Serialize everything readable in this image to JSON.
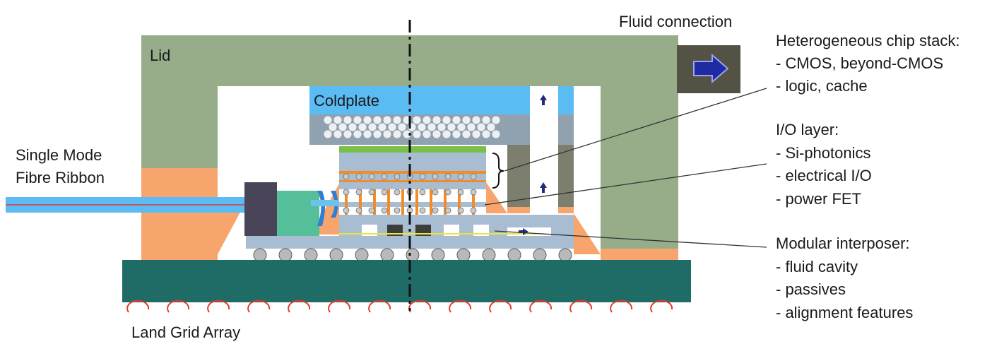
{
  "labels": {
    "lid": "Lid",
    "coldplate": "Coldplate",
    "fluid_connection": "Fluid connection",
    "fibre_line1": "Single Mode",
    "fibre_line2": "Fibre Ribbon",
    "land_grid_array": "Land Grid Array"
  },
  "callouts": {
    "chip_stack": {
      "title": "Heterogeneous chip stack:",
      "items": [
        "- CMOS, beyond-CMOS",
        "- logic, cache"
      ]
    },
    "io_layer": {
      "title": "I/O layer:",
      "items": [
        "- Si-photonics",
        "- electrical I/O",
        "- power FET"
      ]
    },
    "interposer": {
      "title": "Modular interposer:",
      "items": [
        "- fluid cavity",
        "- passives",
        "- alignment features"
      ]
    }
  },
  "colors": {
    "lid": "#97ad8a",
    "thermal_fill": "#f7a56d",
    "coldplate": "#5bbcf4",
    "heat_spreader": "#90a1b0",
    "chip_layer": "#a8bdd2",
    "chip_green": "#78c046",
    "connector_pillar": "#f28c28",
    "substrate": "#1f6c66",
    "lga_contact": "#e53a2a",
    "optical_block": "#55bf9a",
    "fibre_connector": "#4a4459",
    "fluid_port": "#545145",
    "arrow": "#232a7c",
    "fibre_blue": "#5bbcf4",
    "centerline": "#111111"
  }
}
